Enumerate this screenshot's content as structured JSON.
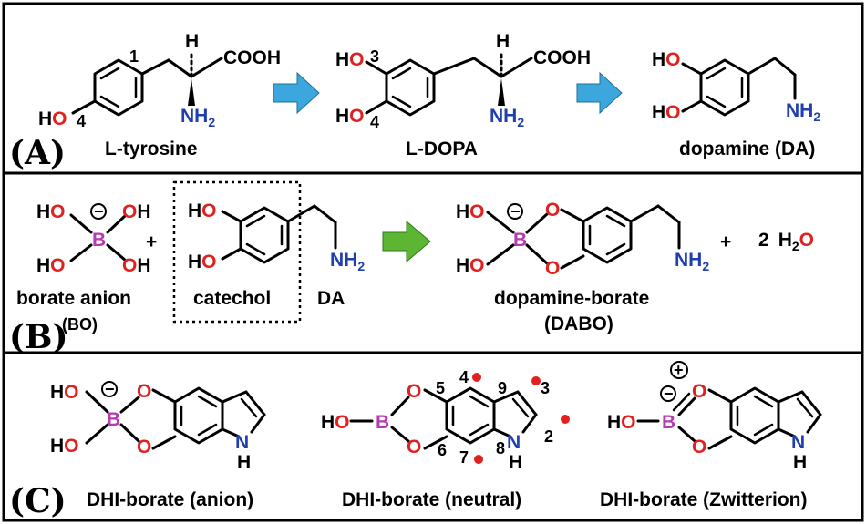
{
  "panels": {
    "a": "(A)",
    "b": "(B)",
    "c": "(C)"
  },
  "names": {
    "tyrosine": "L-tyrosine",
    "ldopa": "L-DOPA",
    "dopamine": "dopamine (DA)",
    "borate_anion": "borate anion",
    "bo": "(BO)",
    "catechol": "catechol",
    "da": "DA",
    "dabo_1": "dopamine-borate",
    "dabo_2": "(DABO)",
    "dhi_anion": "DHI-borate (anion)",
    "dhi_neutral": "DHI-borate (neutral)",
    "dhi_zwitterion": "DHI-borate (Zwitterion)"
  },
  "atoms": {
    "h": "H",
    "ho": "HO",
    "oh": "OH",
    "o": "O",
    "b": "B",
    "n": "N",
    "nh": "NH",
    "cooh": "COOH",
    "sub2": "2",
    "minus": "−",
    "plus": "+",
    "h2": "H",
    "water_coef": "2"
  },
  "numbers": {
    "n1": "1",
    "n2": "2",
    "n3": "3",
    "n4": "4",
    "n5": "5",
    "n6": "6",
    "n7": "7",
    "n8": "8",
    "n9": "9"
  },
  "colors": {
    "oxygen": "#e0211f",
    "nitrogen": "#1f3fae",
    "boron": "#b43bb0",
    "arrow_blue": "#3ba7dc",
    "arrow_green": "#5db534"
  }
}
